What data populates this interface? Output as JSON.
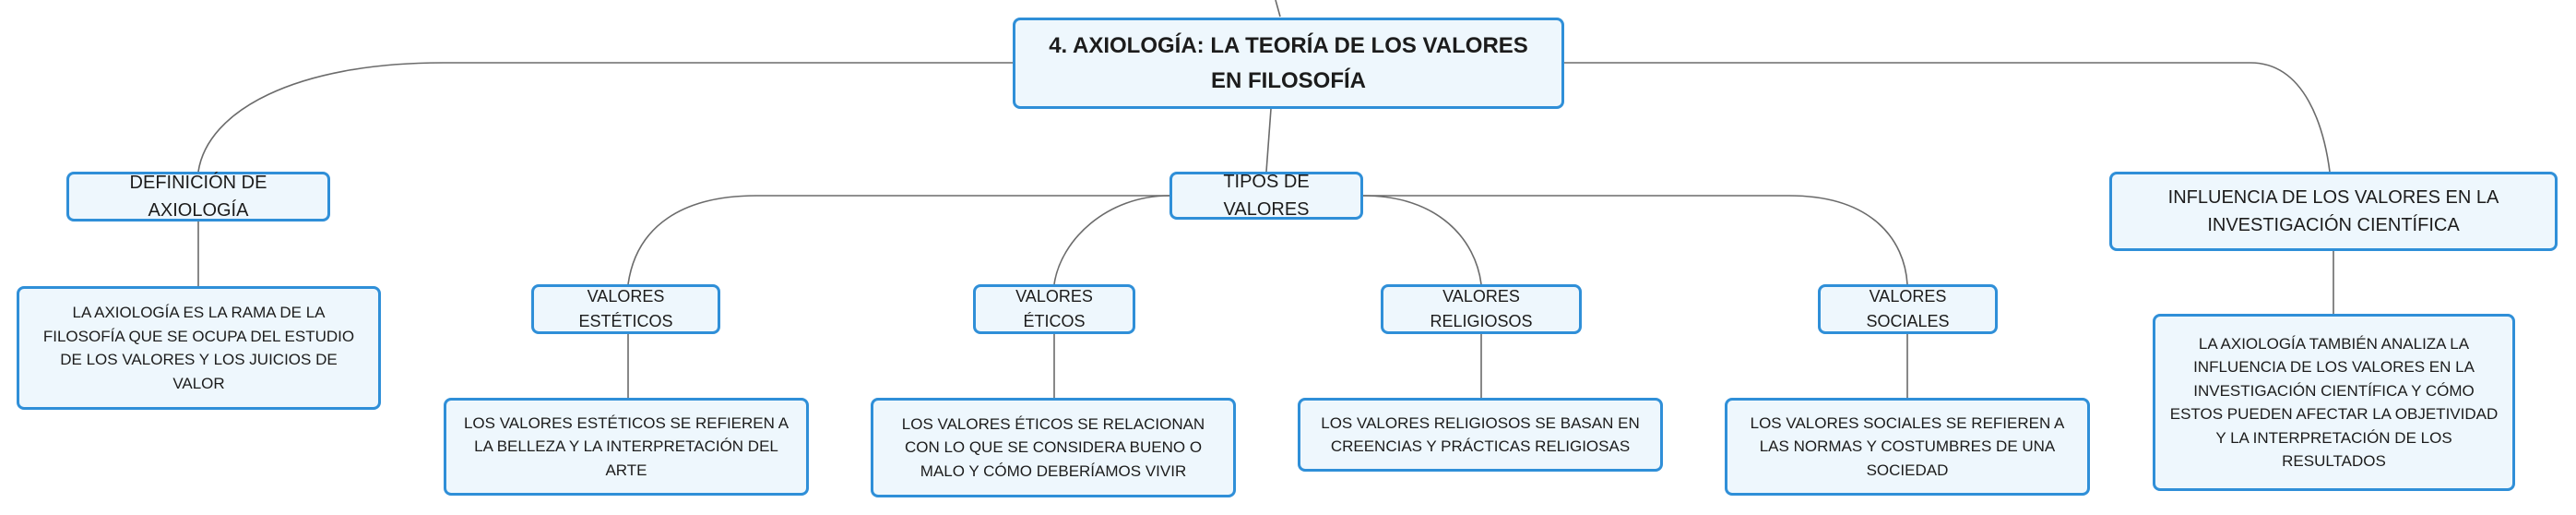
{
  "root": {
    "title": "4. AXIOLOGÍA: LA TEORÍA DE LOS VALORES EN FILOSOFÍA"
  },
  "definition": {
    "label": "DEFINICIÓN DE AXIOLOGÍA",
    "text": "LA AXIOLOGÍA ES LA RAMA DE LA FILOSOFÍA QUE SE OCUPA DEL ESTUDIO DE LOS VALORES Y LOS JUICIOS DE VALOR"
  },
  "types": {
    "label": "TIPOS DE VALORES",
    "items": [
      {
        "label": "VALORES ESTÉTICOS",
        "text": "LOS VALORES ESTÉTICOS SE REFIEREN A LA BELLEZA Y LA INTERPRETACIÓN DEL ARTE"
      },
      {
        "label": "VALORES ÉTICOS",
        "text": "LOS VALORES ÉTICOS SE RELACIONAN CON LO QUE SE CONSIDERA BUENO O MALO Y CÓMO DEBERÍAMOS VIVIR"
      },
      {
        "label": "VALORES RELIGIOSOS",
        "text": "LOS VALORES RELIGIOSOS SE BASAN EN CREENCIAS Y PRÁCTICAS RELIGIOSAS"
      },
      {
        "label": "VALORES SOCIALES",
        "text": "LOS VALORES SOCIALES SE REFIEREN A LAS NORMAS Y COSTUMBRES DE UNA SOCIEDAD"
      }
    ]
  },
  "influence": {
    "label": "INFLUENCIA DE LOS VALORES EN LA INVESTIGACIÓN CIENTÍFICA",
    "text": "LA AXIOLOGÍA TAMBIÉN ANALIZA LA INFLUENCIA DE LOS VALORES EN LA INVESTIGACIÓN CIENTÍFICA Y CÓMO ESTOS PUEDEN AFECTAR LA OBJETIVIDAD Y LA INTERPRETACIÓN DE LOS RESULTADOS"
  }
}
